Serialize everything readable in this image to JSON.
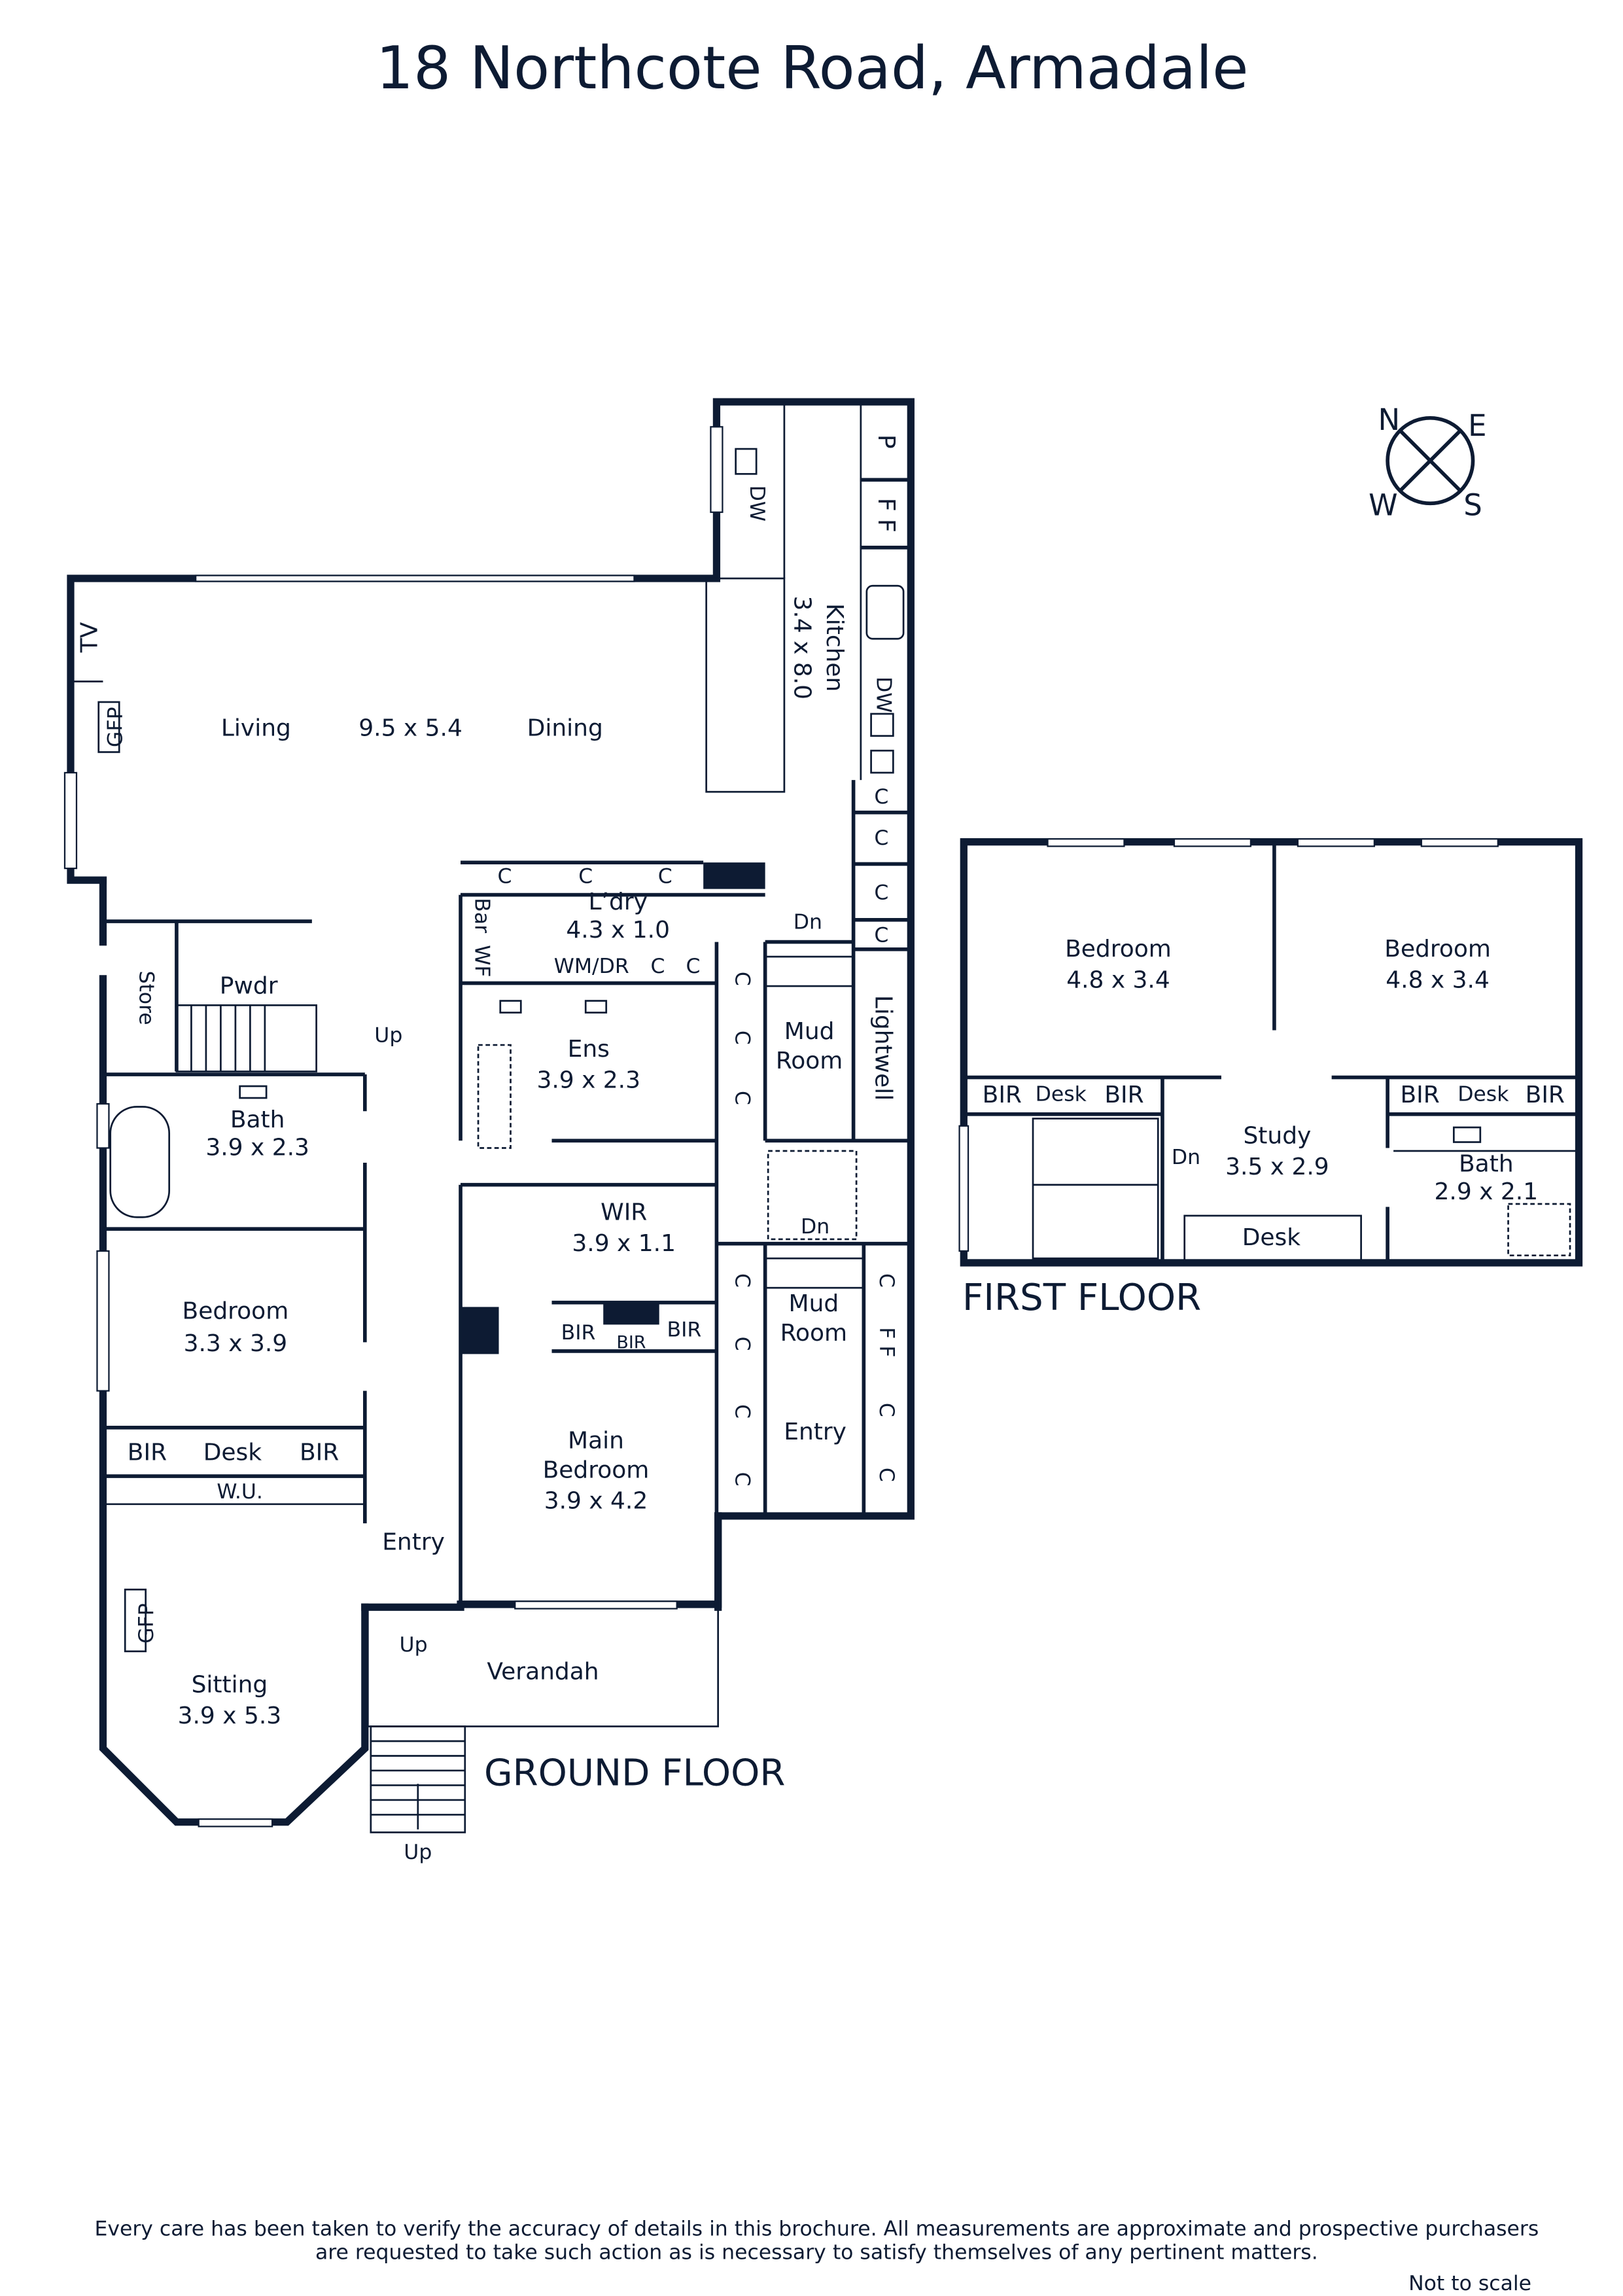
{
  "title": "18 Northcote Road, Armadale",
  "compass": {
    "n": "N",
    "e": "E",
    "s": "S",
    "w": "W"
  },
  "ground_floor": {
    "label": "GROUND FLOOR",
    "living": "Living",
    "living_dims": "9.5 x 5.4",
    "dining": "Dining",
    "kitchen": "Kitchen",
    "kitchen_dims": "3.4 x 8.0",
    "tv": "TV",
    "gfp_living": "GFP",
    "dw_island": "DW",
    "dw_bench": "DW",
    "pantry": "P",
    "fridge": "F F",
    "kitchen_cupboards": [
      "C",
      "C",
      "C",
      "C"
    ],
    "laundry": "L’dry",
    "laundry_dims": "4.3 x 1.0",
    "laundry_cupboards": [
      "C",
      "C",
      "C"
    ],
    "wm_dr": "WM/DR",
    "laundry_c2": [
      "C",
      "C"
    ],
    "bar": "Bar",
    "wf": "WF",
    "store": "Store",
    "powder": "Pwdr",
    "up_hall": "Up",
    "dn_mud1": "Dn",
    "mud_room_1": "Mud\nRoom",
    "mud1_line1": "Mud",
    "mud1_line2": "Room",
    "mud1_cupboards": [
      "C",
      "C",
      "C"
    ],
    "lightwell": "Lightwell",
    "ensuite": "Ens",
    "ensuite_dims": "3.9 x 2.3",
    "bath": "Bath",
    "bath_dims": "3.9 x 2.3",
    "wir": "WIR",
    "wir_dims": "3.9 x 1.1",
    "bir_main": [
      "BIR",
      "BIR",
      "BIR"
    ],
    "dn_mud2": "Dn",
    "mud2_line1": "Mud",
    "mud2_line2": "Room",
    "mud2_left_cupboards": [
      "C",
      "C",
      "C",
      "C"
    ],
    "mud2_right": [
      "C",
      "F F",
      "C",
      "C"
    ],
    "entry_side": "Entry",
    "bedroom": "Bedroom",
    "bedroom_dims": "3.3 x 3.9",
    "bedroom_fittings": [
      "BIR",
      "Desk",
      "BIR"
    ],
    "wu": "W.U.",
    "main_bedroom_1": "Main",
    "main_bedroom_2": "Bedroom",
    "main_bedroom_dims": "3.9 x 4.2",
    "entry": "Entry",
    "up_entry": "Up",
    "verandah": "Verandah",
    "up_stairs": "Up",
    "sitting": "Sitting",
    "sitting_dims": "3.9 x 5.3",
    "gfp_sitting": "GFP"
  },
  "first_floor": {
    "label": "FIRST FLOOR",
    "bedroom_left": "Bedroom",
    "bedroom_left_dims": "4.8 x 3.4",
    "bedroom_right": "Bedroom",
    "bedroom_right_dims": "4.8 x 3.4",
    "left_fittings": [
      "BIR",
      "Desk",
      "BIR"
    ],
    "right_fittings": [
      "BIR",
      "Desk",
      "BIR"
    ],
    "study": "Study",
    "study_dims": "3.5 x 2.9",
    "desk": "Desk",
    "dn": "Dn",
    "bath": "Bath",
    "bath_dims": "2.9 x 2.1"
  },
  "footer": {
    "disclaimer_1": "Every care has been taken to verify the accuracy of details in this brochure.  All measurements are approximate and prospective purchasers",
    "disclaimer_2": "are requested to take such action as is necessary to satisfy themselves of any pertinent matters.",
    "not_to_scale": "Not to scale"
  },
  "colors": {
    "ink": "#0d1b33",
    "background": "#ffffff"
  }
}
